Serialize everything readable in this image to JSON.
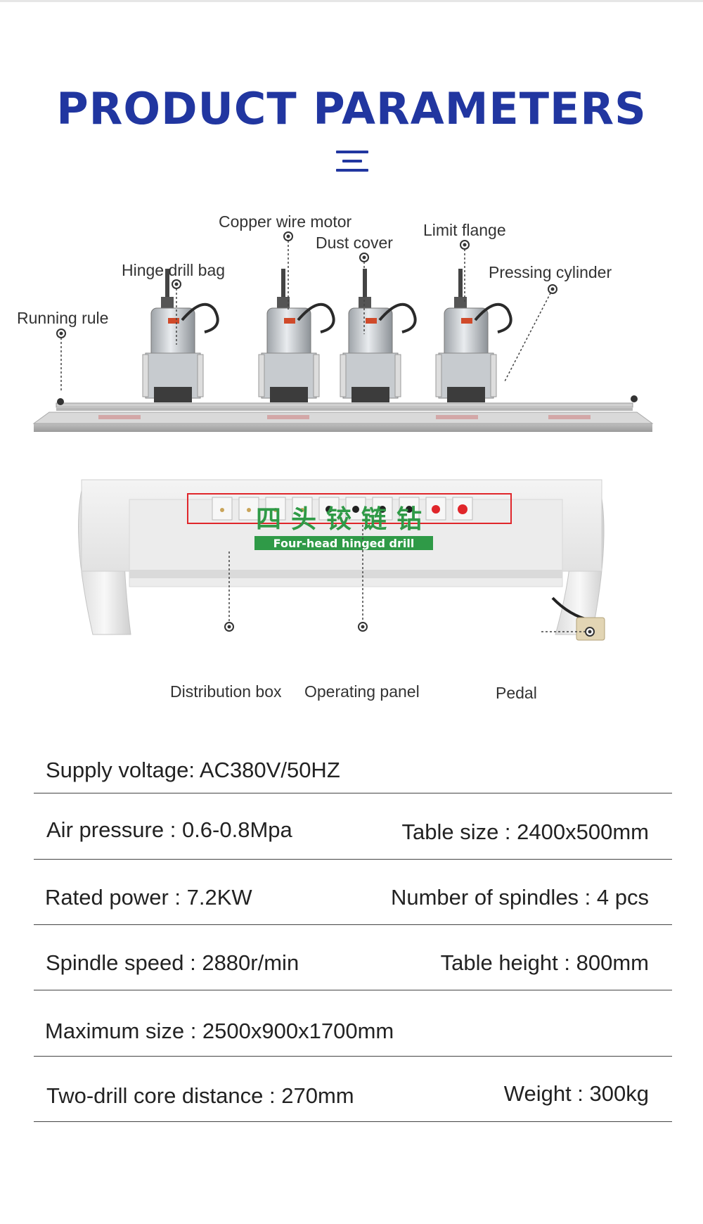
{
  "header": {
    "title": "PRODUCT PARAMETERS"
  },
  "colors": {
    "brand_blue": "#2136a0",
    "label_green": "#2f9a47",
    "panel_red": "#e0262b"
  },
  "machine": {
    "callouts": {
      "copper_wire_motor": "Copper wire motor",
      "dust_cover": "Dust cover",
      "limit_flange": "Limit flange",
      "hinge_drill_bag": "Hinge drill bag",
      "pressing_cylinder": "Pressing cylinder",
      "running_rule": "Running rule",
      "distribution_box": "Distribution box",
      "operating_panel": "Operating panel",
      "pedal": "Pedal"
    },
    "label_cn": "四头铰链钻",
    "label_en": "Four-head hinged drill"
  },
  "parameters": {
    "supply_voltage": "Supply voltage: AC380V/50HZ",
    "air_pressure": "Air pressure : 0.6-0.8Mpa",
    "table_size": "Table size : 2400x500mm",
    "rated_power": "Rated power : 7.2KW",
    "spindles": "Number of spindles : 4 pcs",
    "spindle_speed": "Spindle speed : 2880r/min",
    "table_height": "Table height : 800mm",
    "max_size": "Maximum size : 2500x900x1700mm",
    "core_distance": "Two-drill core distance : 270mm",
    "weight": "Weight : 300kg"
  }
}
